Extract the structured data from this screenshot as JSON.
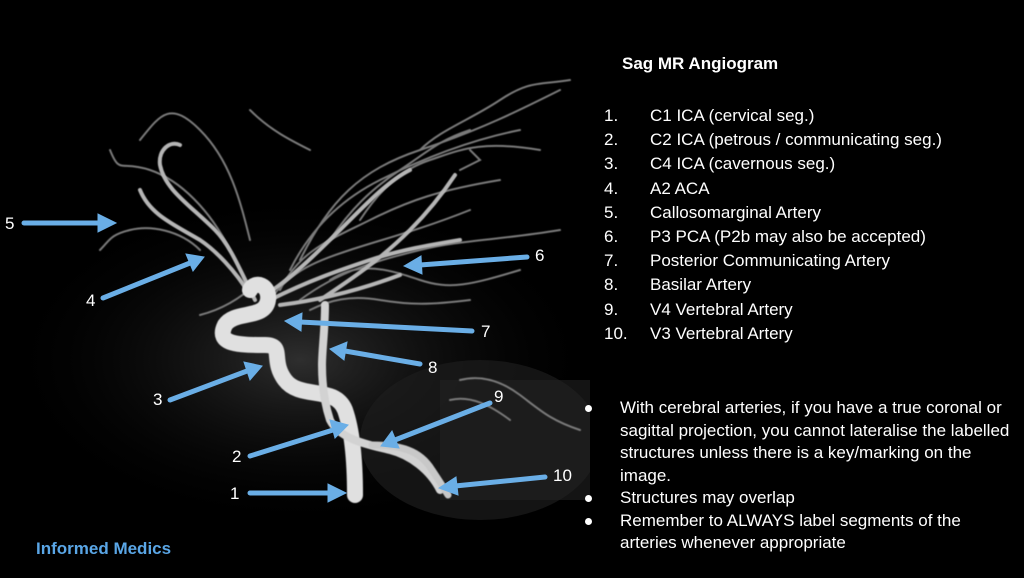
{
  "title": "Sag MR Angiogram",
  "legend": [
    {
      "number": "1.",
      "text": "C1 ICA (cervical seg.)"
    },
    {
      "number": "2.",
      "text": "C2 ICA (petrous / communicating seg.)"
    },
    {
      "number": "3.",
      "text": "C4 ICA (cavernous seg.)"
    },
    {
      "number": "4.",
      "text": "A2 ACA"
    },
    {
      "number": "5.",
      "text": "Callosomarginal Artery"
    },
    {
      "number": "6.",
      "text": "P3 PCA (P2b may also be accepted)"
    },
    {
      "number": "7.",
      "text": "Posterior Communicating Artery"
    },
    {
      "number": "8.",
      "text": "Basilar Artery"
    },
    {
      "number": "9.",
      "text": "V4 Vertebral Artery"
    },
    {
      "number": "10.",
      "text": "V3 Vertebral Artery"
    }
  ],
  "labels": [
    "1",
    "2",
    "3",
    "4",
    "5",
    "6",
    "7",
    "8",
    "9",
    "10"
  ],
  "notes": [
    "With cerebral arteries, if you have a true coronal or sagittal projection, you cannot lateralise the labelled structures unless there is a key/marking on the image.",
    "Structures may overlap",
    "Remember to ALWAYS label segments  of the arteries whenever appropriate"
  ],
  "brand": "Informed Medics",
  "colors": {
    "arrow": "#6aaee6",
    "brand": "#5aa6e6",
    "background": "#000000"
  }
}
